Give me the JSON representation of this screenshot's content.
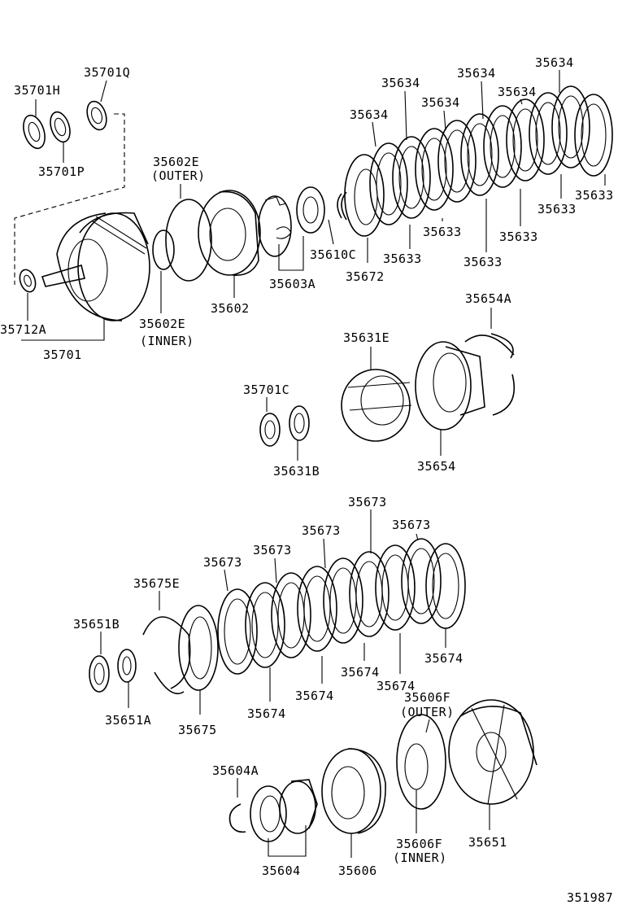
{
  "labels": {
    "l_35701H": "35701H",
    "l_35701Q": "35701Q",
    "l_35701P": "35701P",
    "l_35602E_outer_num": "35602E",
    "l_35602E_outer_tag": "(OUTER)",
    "l_35712A": "35712A",
    "l_35701": "35701",
    "l_35602E_inner_num": "35602E",
    "l_35602E_inner_tag": "(INNER)",
    "l_35602": "35602",
    "l_35603A": "35603A",
    "l_35610C": "35610C",
    "l_35672": "35672",
    "l_35634_a": "35634",
    "l_35634_b": "35634",
    "l_35634_c": "35634",
    "l_35634_d": "35634",
    "l_35634_e": "35634",
    "l_35634_f": "35634",
    "l_35633_a": "35633",
    "l_35633_b": "35633",
    "l_35633_c": "35633",
    "l_35633_d": "35633",
    "l_35633_e": "35633",
    "l_35633_f": "35633",
    "l_35654A": "35654A",
    "l_35631E": "35631E",
    "l_35701C": "35701C",
    "l_35631B": "35631B",
    "l_35654": "35654",
    "l_35673_a": "35673",
    "l_35673_b": "35673",
    "l_35673_c": "35673",
    "l_35673_d": "35673",
    "l_35673_e": "35673",
    "l_35675E": "35675E",
    "l_35651B": "35651B",
    "l_35651A": "35651A",
    "l_35675": "35675",
    "l_35674_a": "35674",
    "l_35674_b": "35674",
    "l_35674_c": "35674",
    "l_35674_d": "35674",
    "l_35674_e": "35674",
    "l_35606F_outer_num": "35606F",
    "l_35606F_outer_tag": "(OUTER)",
    "l_35604A": "35604A",
    "l_35604": "35604",
    "l_35606": "35606",
    "l_35606F_inner_num": "35606F",
    "l_35606F_inner_tag": "(INNER)",
    "l_35651": "35651",
    "l_code": "351987"
  }
}
